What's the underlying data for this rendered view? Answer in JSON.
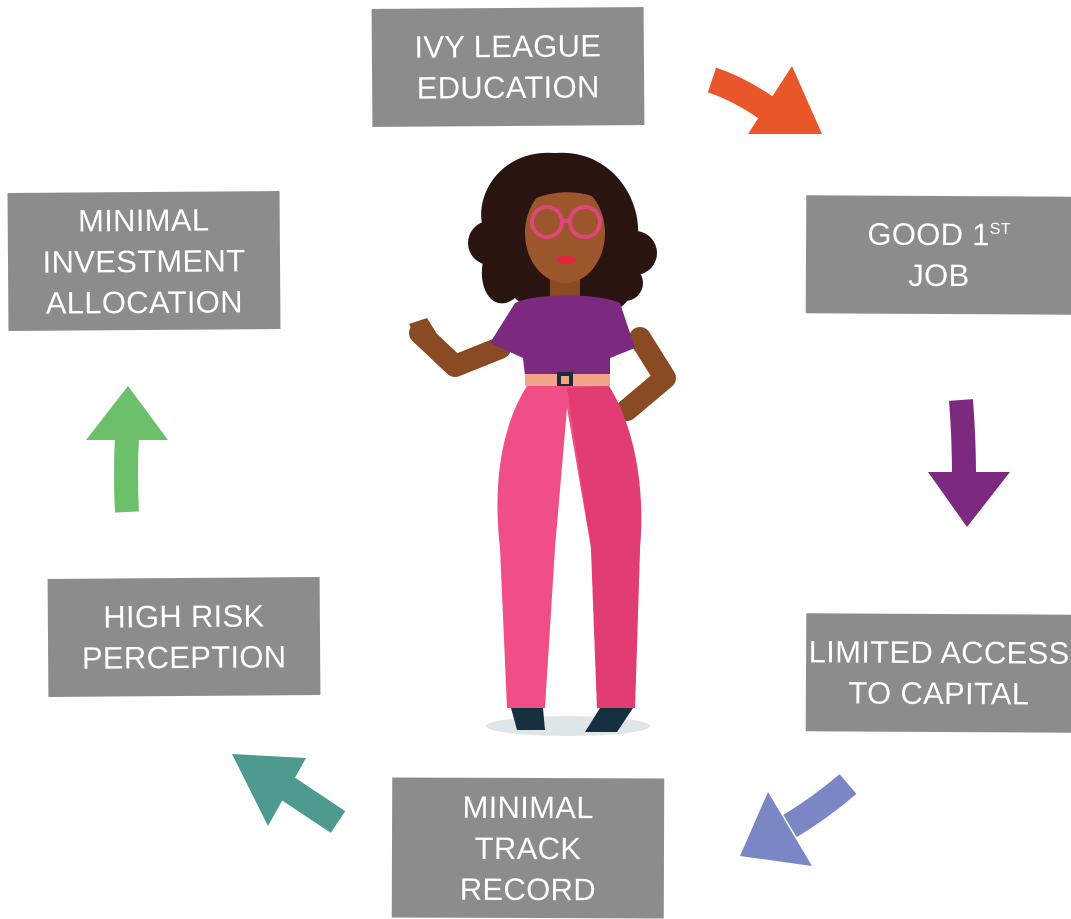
{
  "boxes": {
    "ivy": {
      "line1": "IVY LEAGUE",
      "line2": "EDUCATION"
    },
    "job": {
      "line1_main": "GOOD 1",
      "line1_sup": "ST",
      "line2": "JOB"
    },
    "capital": {
      "line1": "LIMITED ACCESS",
      "line2": "TO CAPITAL"
    },
    "track": {
      "line1": "MINIMAL",
      "line2": "TRACK",
      "line3": "RECORD"
    },
    "risk": {
      "line1": "HIGH RISK",
      "line2": "PERCEPTION"
    },
    "minimal": {
      "line1": "MINIMAL",
      "line2": "INVESTMENT",
      "line3": "ALLOCATION"
    }
  },
  "colors": {
    "box": "#8c8c8c",
    "arrow_orange": "#e8562a",
    "arrow_purple": "#7b2a80",
    "arrow_blue": "#7b86c4",
    "arrow_teal": "#4e9a8f",
    "arrow_green": "#6cc06a"
  },
  "icons": [
    "woman-illustration",
    "arrow-icon"
  ]
}
